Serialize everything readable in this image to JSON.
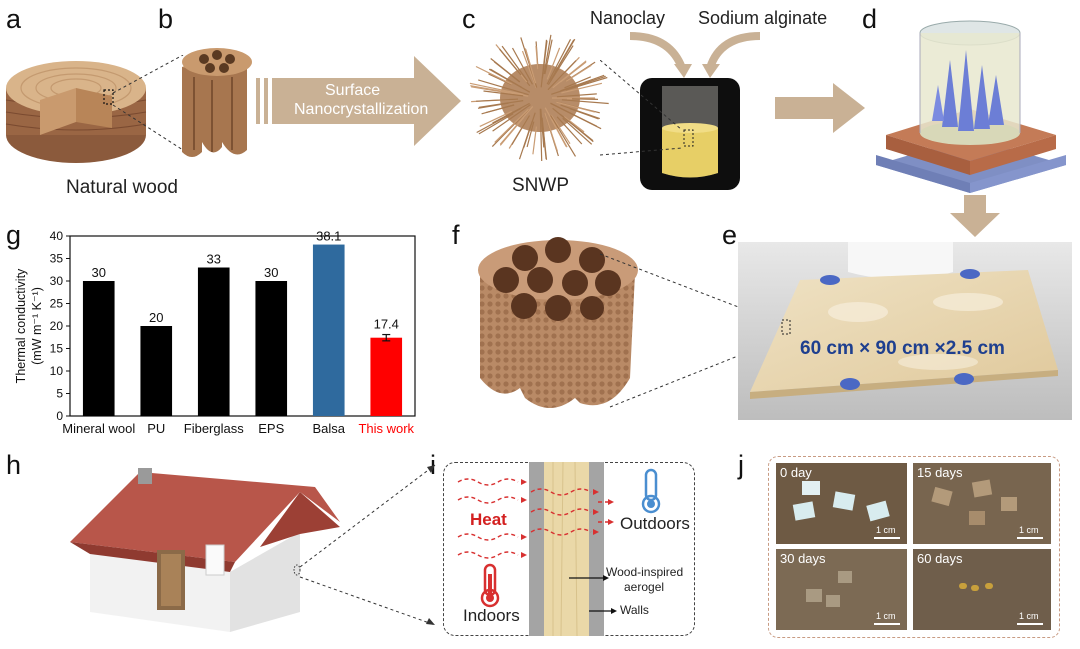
{
  "panels": {
    "a": "a",
    "b": "b",
    "c": "c",
    "d": "d",
    "e": "e",
    "f": "f",
    "g": "g",
    "h": "h",
    "i": "i",
    "j": "j"
  },
  "captions": {
    "natural_wood": "Natural wood",
    "arrow_line1": "Surface",
    "arrow_line2": "Nanocrystallization",
    "snwp": "SNWP",
    "nanoclay": "Nanoclay",
    "sodium_alginate": "Sodium alginate",
    "board_size": "60 cm × 90 cm ×2.5 cm"
  },
  "wall_diagram": {
    "heat": "Heat",
    "outdoors": "Outdoors",
    "indoors": "Indoors",
    "aerogel_line1": "Wood-inspired",
    "aerogel_line2": "aerogel",
    "walls": "Walls"
  },
  "degradation": {
    "photos": [
      {
        "label": "0 day",
        "scale": "1 cm"
      },
      {
        "label": "15 days",
        "scale": "1 cm"
      },
      {
        "label": "30 days",
        "scale": "1 cm"
      },
      {
        "label": "60 days",
        "scale": "1 cm"
      }
    ]
  },
  "chart_data": {
    "type": "bar",
    "xlabel": "",
    "ylabel": "Thermal conductivity (mW m⁻¹ K⁻¹)",
    "ylabel_line1": "Thermal conductivity",
    "ylabel_line2": "(mW m⁻¹ K⁻¹)",
    "ylim": [
      0,
      40
    ],
    "yticks": [
      0,
      5,
      10,
      15,
      20,
      25,
      30,
      35,
      40
    ],
    "categories": [
      "Mineral wool",
      "PU",
      "Fiberglass",
      "EPS",
      "Balsa",
      "This work"
    ],
    "values": [
      30,
      20,
      33,
      30,
      38.1,
      17.4
    ],
    "value_labels": [
      "30",
      "20",
      "33",
      "30",
      "38.1",
      "17.4"
    ],
    "error": [
      null,
      null,
      null,
      null,
      null,
      0.7
    ],
    "bar_colors": [
      "#000000",
      "#000000",
      "#000000",
      "#000000",
      "#2f6a9e",
      "#ff0000"
    ],
    "label_colors": [
      "#111111",
      "#111111",
      "#111111",
      "#111111",
      "#111111",
      "#ff0000"
    ],
    "grid": false
  }
}
